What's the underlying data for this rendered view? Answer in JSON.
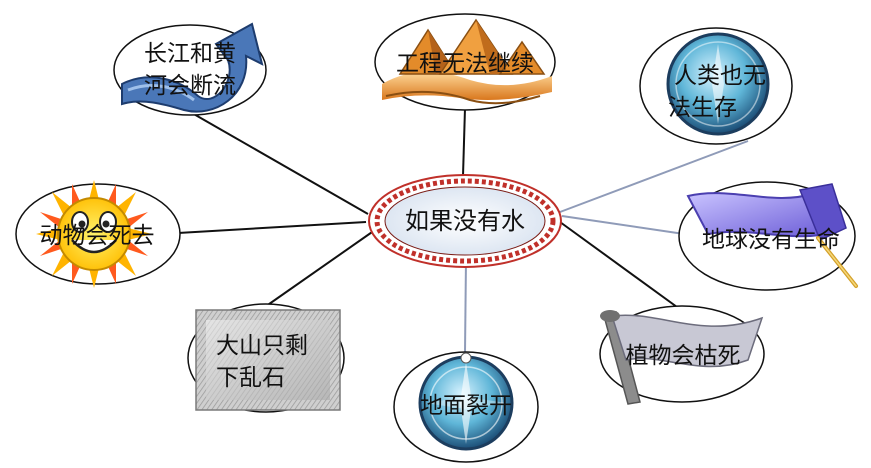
{
  "center": {
    "label": "如果没有水"
  },
  "nodes": [
    {
      "id": "rivers",
      "line1": "长江和黄",
      "line2": "河会断流"
    },
    {
      "id": "engineering",
      "line1": "工程无法继续",
      "line2": ""
    },
    {
      "id": "humans",
      "line1": "人类也无",
      "line2": "法生存"
    },
    {
      "id": "animals",
      "line1": "动物会死去",
      "line2": ""
    },
    {
      "id": "earth",
      "line1": "地球没有生命",
      "line2": ""
    },
    {
      "id": "mountains",
      "line1": "大山只剩",
      "line2": "下乱石"
    },
    {
      "id": "ground",
      "line1": "地面裂开",
      "line2": ""
    },
    {
      "id": "plants",
      "line1": "植物会枯死",
      "line2": ""
    }
  ],
  "colors": {
    "line_dark": "#111111",
    "line_light": "#8f9bb8",
    "center_ring": "#c0302a",
    "arrow_blue": "#4a77b8",
    "pyramid": "#e38b2a",
    "sun": "#ffd21a",
    "flag_purple": "#8a7fe0"
  }
}
